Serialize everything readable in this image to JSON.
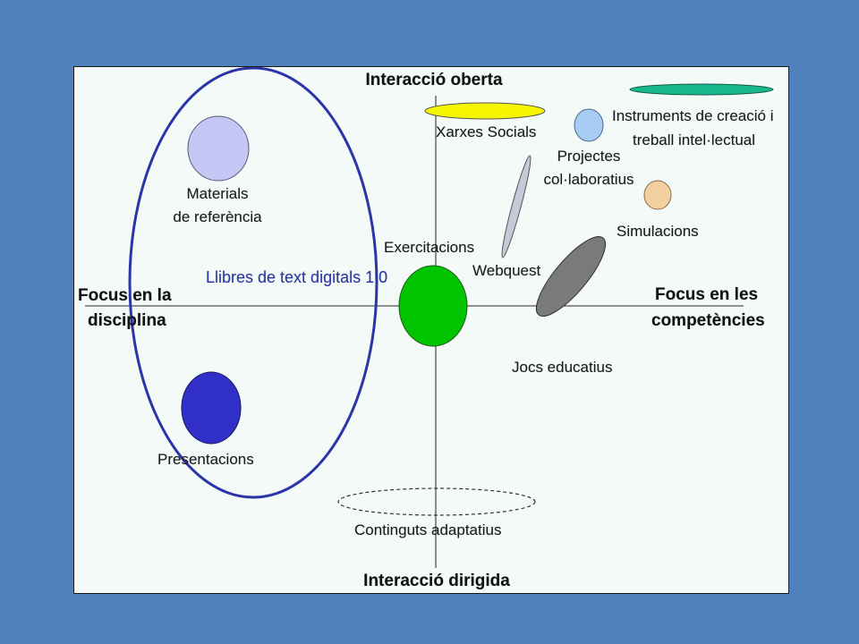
{
  "axes": {
    "top": "Interacció oberta",
    "bottom": "Interacció dirigida",
    "left_line1": "Focus en la",
    "left_line2": "disciplina",
    "right_line1": "Focus en les",
    "right_line2": "competències"
  },
  "items": {
    "materials_line1": "Materials",
    "materials_line2": "de referència",
    "llibres": "Llibres de text digitals 1.0",
    "exercitacions": "Exercitacions",
    "webquest": "Webquest",
    "xarxes": "Xarxes Socials",
    "instruments_line1": "Instruments de creació i",
    "instruments_line2": "treball intel·lectual",
    "projectes_line1": "Projectes",
    "projectes_line2": "col·laboratius",
    "simulacions": "Simulacions",
    "jocs": "Jocs educatius",
    "presentacions": "Presentacions",
    "continguts": "Continguts adaptatius"
  },
  "colors": {
    "background": "#4f81bd",
    "slide": "#f3faf8",
    "big_ellipse": "#2b35a8",
    "materials": "#c5c8f5",
    "exercitacions": "#00c400",
    "presentacions": "#3030c8",
    "xarxes": "#f5f500",
    "instruments": "#18b88c",
    "projectes": "#a8cdf5",
    "simulacions": "#f2d0a0",
    "jocs": "#7a7a7a",
    "webquest": "#c8c8d8",
    "llibres_text": "#2b35a8"
  }
}
